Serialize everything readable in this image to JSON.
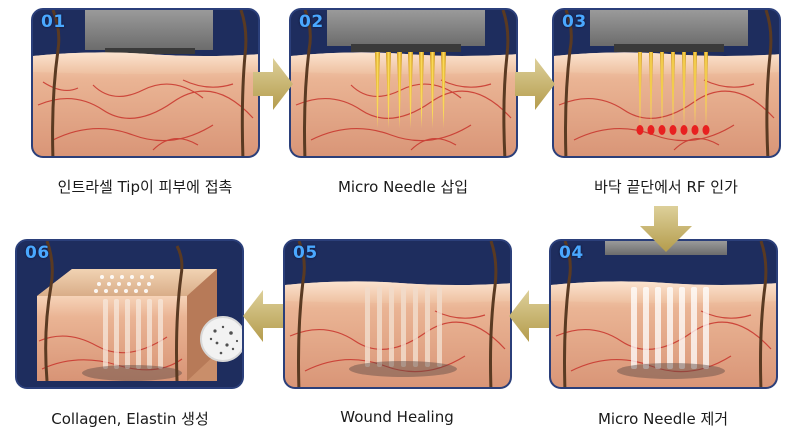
{
  "steps": [
    {
      "number": "01",
      "caption": "인트라셀 Tip이 피부에 접촉"
    },
    {
      "number": "02",
      "caption": "Micro Needle 삽입"
    },
    {
      "number": "03",
      "caption": "바닥 끝단에서 RF 인가"
    },
    {
      "number": "04",
      "caption": "Micro Needle 제거"
    },
    {
      "number": "05",
      "caption": "Wound Healing"
    },
    {
      "number": "06",
      "caption": "Collagen, Elastin 생성"
    }
  ],
  "colors": {
    "card_background": "#1e2d5e",
    "step_number": "#4aa8ff",
    "arrow": "#c9b46a",
    "skin": "#e8b896",
    "vessel": "#c8342c",
    "needle": "#e8b820",
    "rf_dot": "#e82020"
  },
  "icons": {
    "right_arrow": "arrow-right-icon",
    "left_arrow": "arrow-left-icon",
    "down_arrow": "arrow-down-icon"
  }
}
